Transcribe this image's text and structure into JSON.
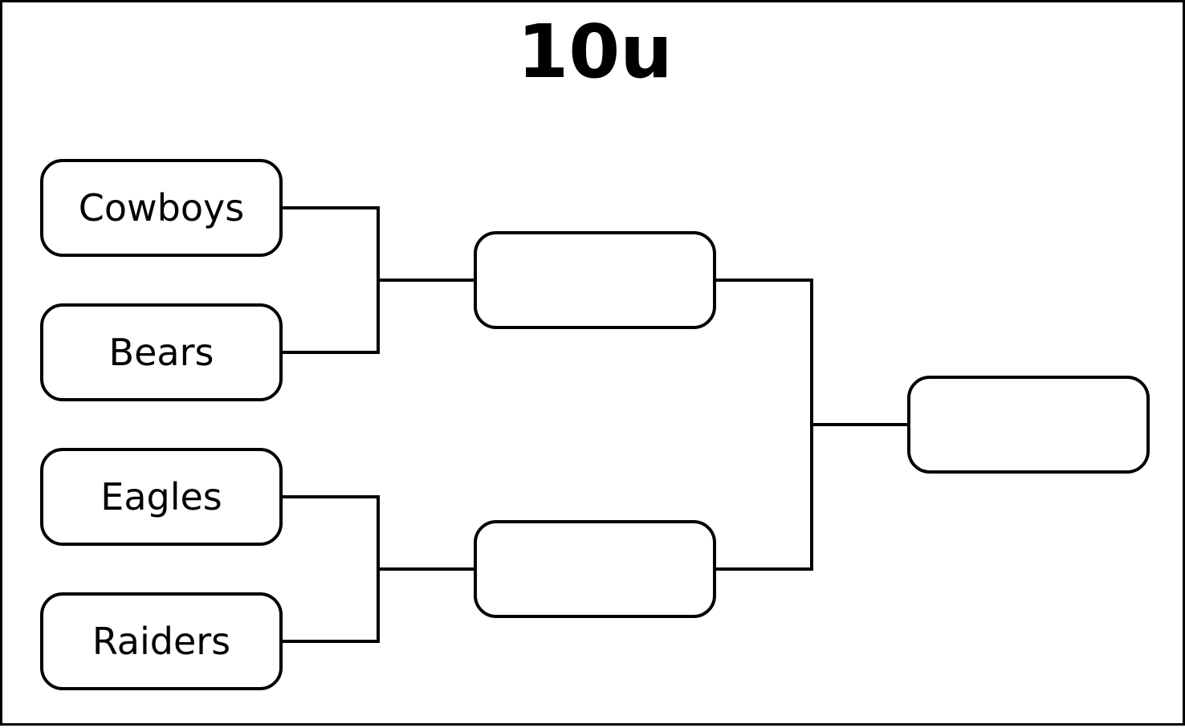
{
  "bracket": {
    "title": "10u",
    "rounds": [
      {
        "slots": [
          "Cowboys",
          "Bears",
          "Eagles",
          "Raiders"
        ]
      },
      {
        "slots": [
          "",
          ""
        ]
      },
      {
        "slots": [
          ""
        ]
      }
    ]
  },
  "colors": {
    "line": "#000000",
    "background": "#ffffff"
  }
}
